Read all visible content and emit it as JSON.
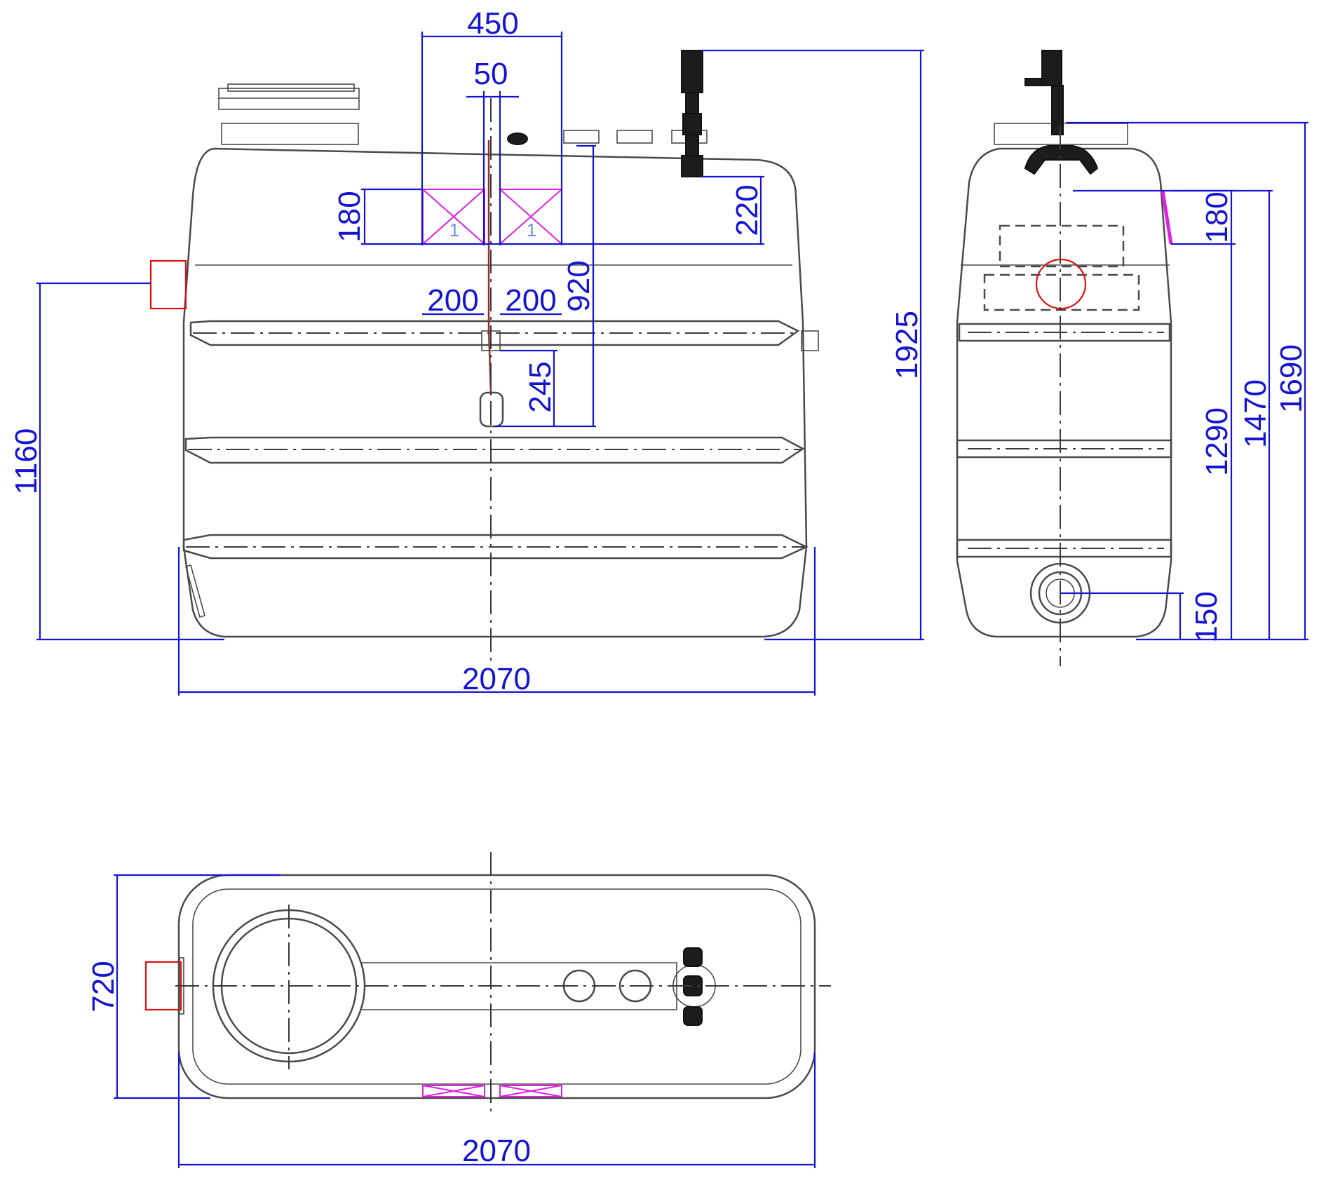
{
  "colors": {
    "dimension": "#1414d2",
    "outline": "#4a4a4a",
    "magenta": "#e020e0",
    "red": "#e01010",
    "zone_label": "#6f8fd8"
  },
  "dimensions": {
    "front": {
      "width_top": "450",
      "pipe_spacing": "50",
      "height_180": "180",
      "height_220": "220",
      "width_200_left": "200",
      "width_200_right": "200",
      "height_920": "920",
      "height_245": "245",
      "height_1925": "1925",
      "height_1160": "1160",
      "width_2070": "2070"
    },
    "side": {
      "height_180": "180",
      "height_1290": "1290",
      "height_1470": "1470",
      "height_1690": "1690",
      "height_150": "150"
    },
    "top": {
      "depth_720": "720",
      "width_2070": "2070"
    }
  },
  "zones": {
    "left": "1",
    "right": "1"
  }
}
